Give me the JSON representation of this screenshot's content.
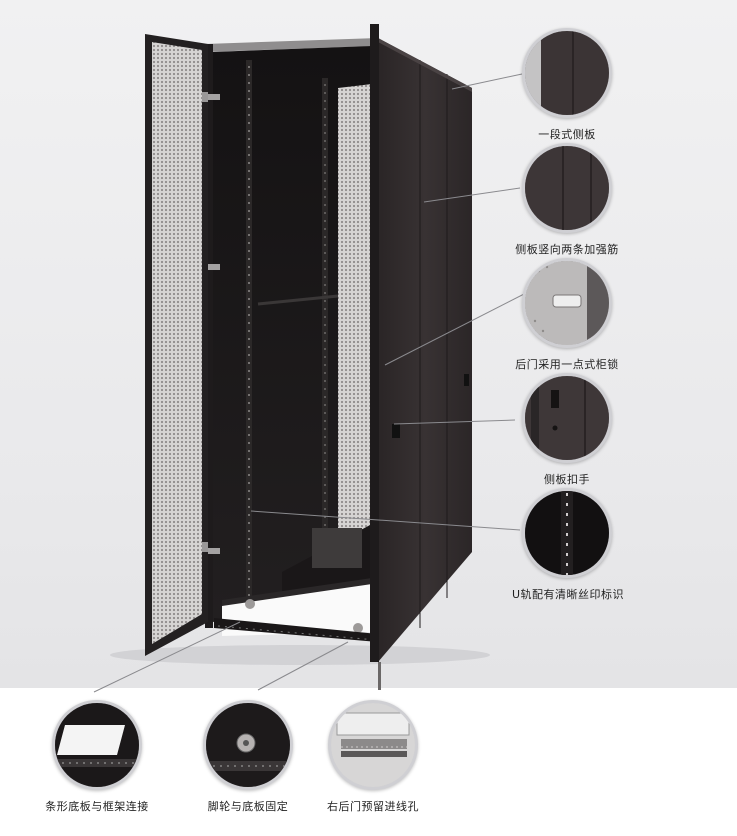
{
  "callouts": {
    "side_panel_one_piece": "一段式侧板",
    "side_panel_ribs": "侧板竖向两条加强筋",
    "rear_door_lock": "后门采用一点式柜锁",
    "side_panel_latch": "侧板扣手",
    "u_rail_marking": "U轨配有清晰丝印标识",
    "strip_base_frame": "条形底板与框架连接",
    "caster_base_fixed": "脚轮与底板固定",
    "rear_cable_entry": "右后门预留进线孔"
  },
  "colors": {
    "cabinet_body": "#2f2a2b",
    "frame": "#1c1a1b",
    "mesh": "#c9c7c6",
    "background": "#ededee"
  }
}
